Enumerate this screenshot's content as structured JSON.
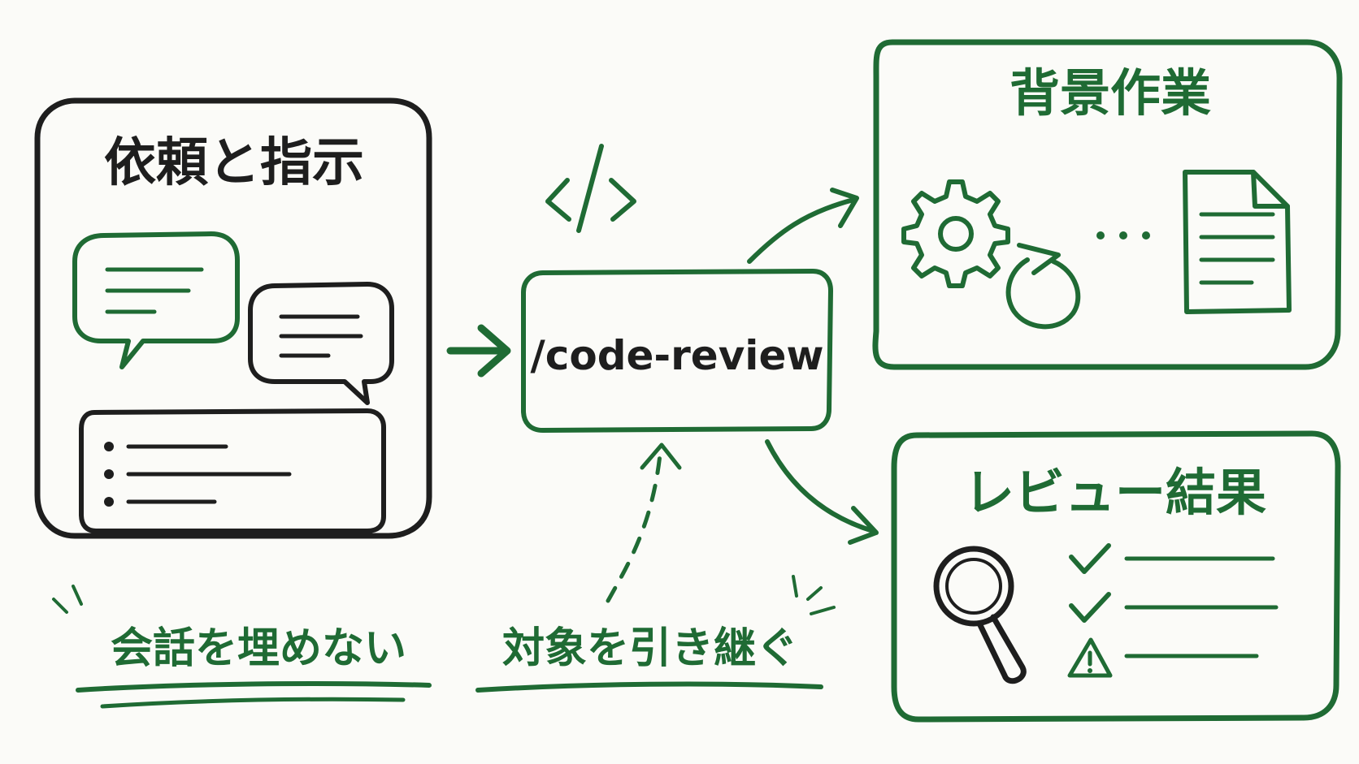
{
  "colors": {
    "ink_dark": "#1e1e1e",
    "ink_green": "#1f6b34",
    "background": "#fbfbf8"
  },
  "request_box": {
    "title": "依頼と指示"
  },
  "command_box": {
    "label": "/code-review",
    "icon": "code-brackets-icon"
  },
  "background_box": {
    "title": "背景作業",
    "icons": [
      "gear-icon",
      "refresh-icon",
      "ellipsis-icon",
      "document-icon"
    ]
  },
  "review_box": {
    "title": "レビュー結果",
    "icons": [
      "magnifier-icon",
      "check-icon",
      "check-icon",
      "warning-icon"
    ]
  },
  "captions": {
    "left": "会話を埋めない",
    "right": "対象を引き継ぐ"
  }
}
